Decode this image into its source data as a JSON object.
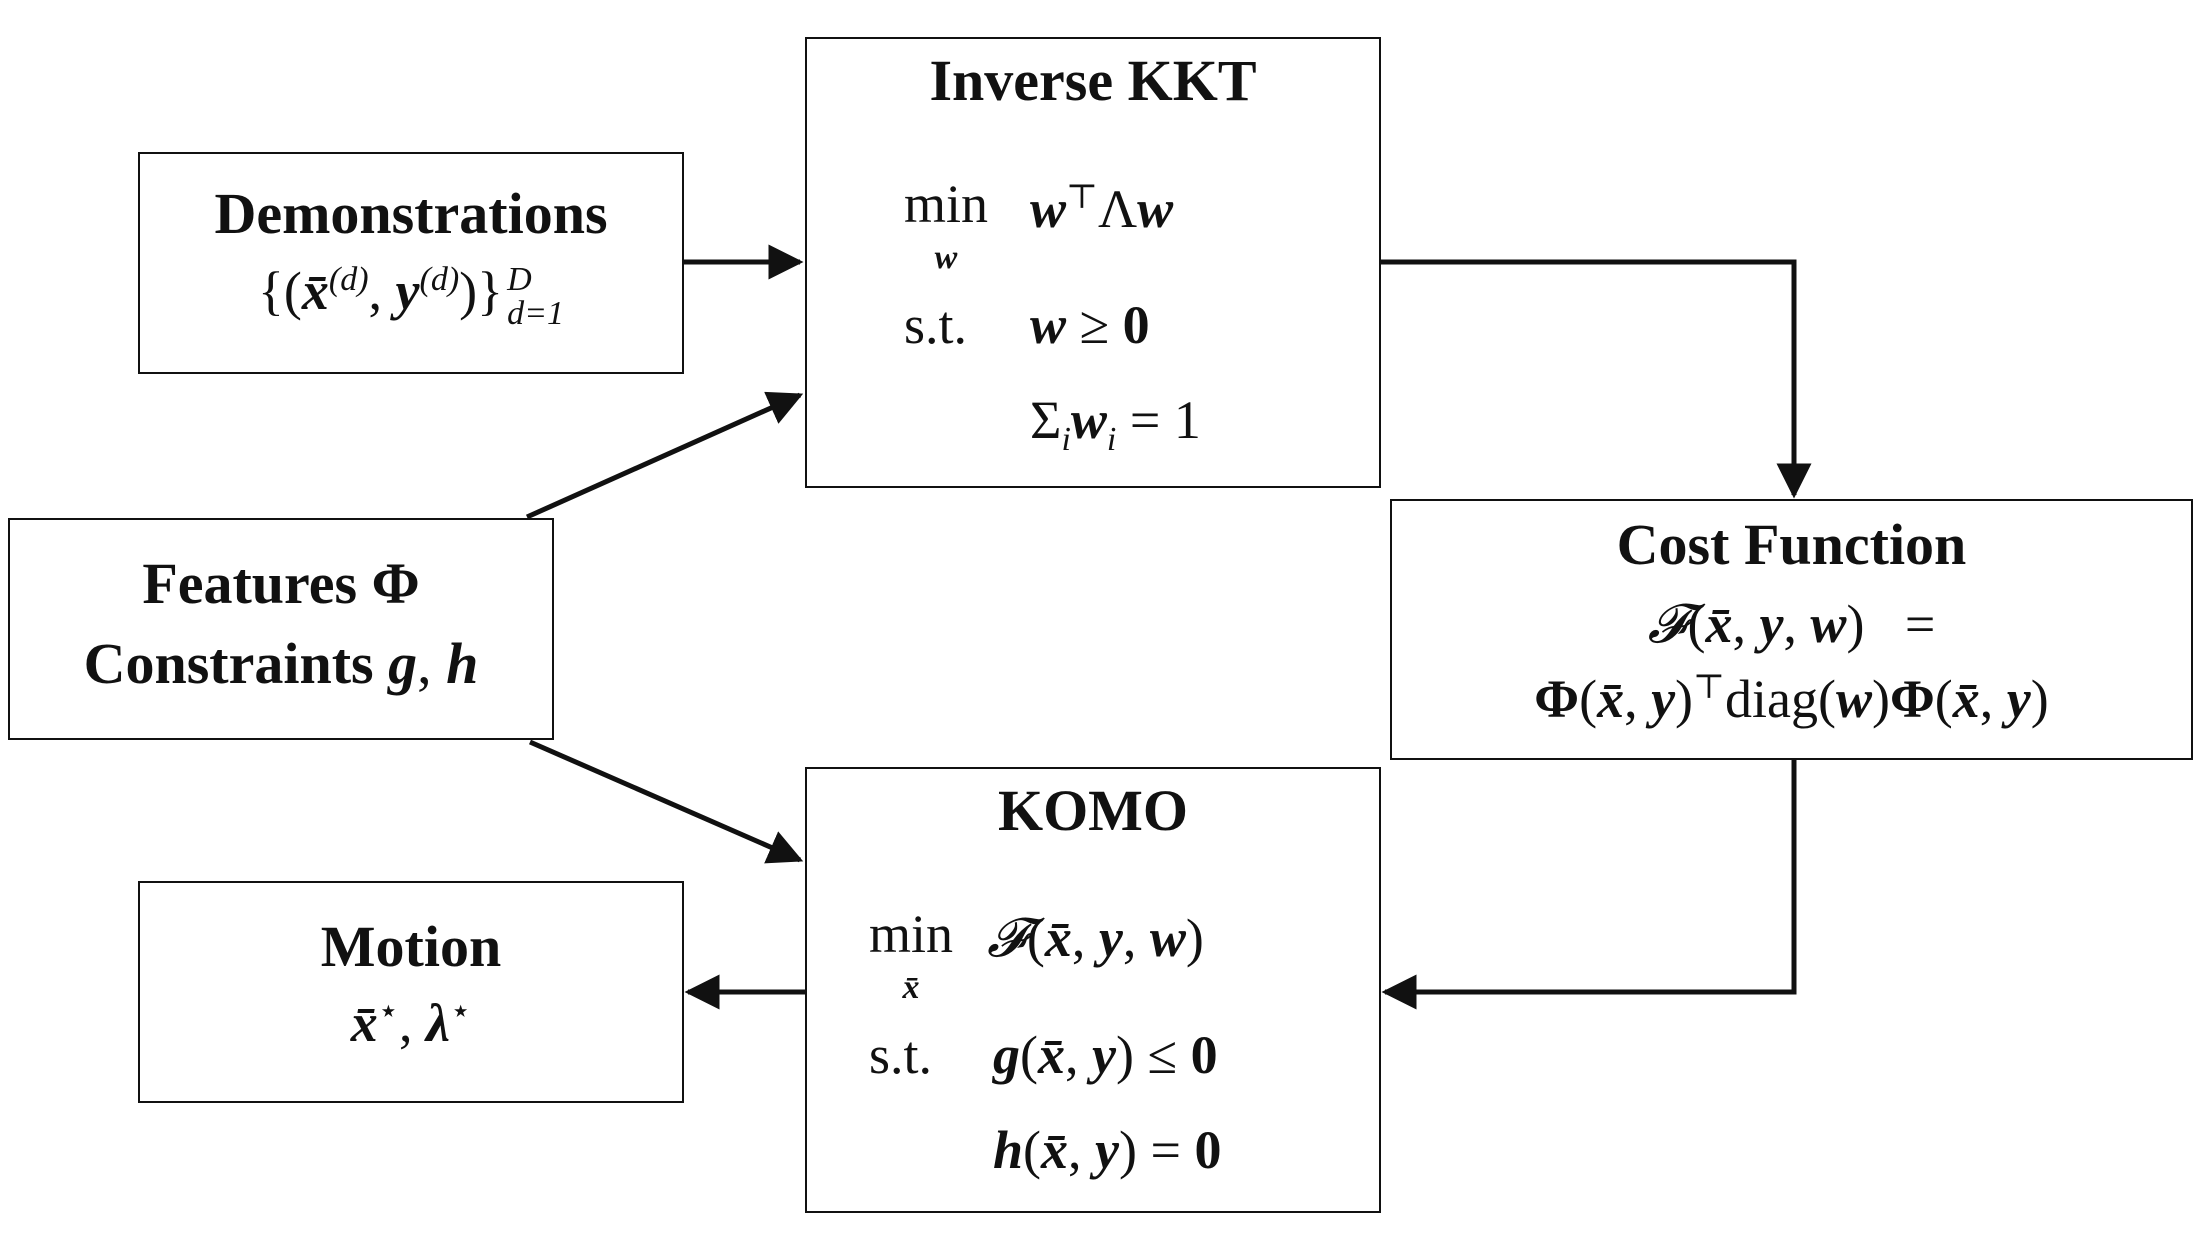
{
  "nodes": {
    "demonstrations": {
      "title": "Demonstrations",
      "formula": {
        "open": "{(",
        "xbar": "x̄",
        "sup_d1": "(d)",
        "comma": ", ",
        "y": "y",
        "sup_d2": "(d)",
        "close": ")}",
        "sub": "d=1",
        "sup": "D"
      }
    },
    "inverse_kkt": {
      "title": "Inverse KKT",
      "min_label": "min",
      "min_sub": "w",
      "objective_w1": "w",
      "objective_T": "⊤",
      "objective_Lambda": "Λ",
      "objective_w2": "w",
      "st_label": "s.t.",
      "c1_w": "w",
      "c1_rest": " ≥ ",
      "c1_zero": "0",
      "c2_sigma": "Σ",
      "c2_i1": "i",
      "c2_w": "w",
      "c2_i2": "i",
      "c2_rest": " = 1"
    },
    "features": {
      "line1_text": "Features ",
      "line1_sym": "Φ",
      "line2_text": "Constraints ",
      "line2_g": "g",
      "line2_comma": ", ",
      "line2_h": "h"
    },
    "cost_function": {
      "title": "Cost Function",
      "line1_F": "𝓕",
      "line1_open": "(",
      "line1_x": "x̄",
      "line1_c1": ", ",
      "line1_y": "y",
      "line1_c2": ", ",
      "line1_w": "w",
      "line1_close": ")   =",
      "line2_Phi1": "Φ",
      "line2_open1": "(",
      "line2_x1": "x̄",
      "line2_c1": ", ",
      "line2_y1": "y",
      "line2_close1": ")",
      "line2_T": "⊤",
      "line2_diag": "diag(",
      "line2_w": "w",
      "line2_close2": ")",
      "line2_Phi2": "Φ",
      "line2_open3": "(",
      "line2_x2": "x̄",
      "line2_c3": ", ",
      "line2_y2": "y",
      "line2_close3": ")"
    },
    "komo": {
      "title": "KOMO",
      "min_label": "min",
      "min_sub": "x̄",
      "obj_F": "𝓕",
      "obj_open": "(",
      "obj_x": "x̄",
      "obj_c1": ", ",
      "obj_y": "y",
      "obj_c2": ", ",
      "obj_w": "w",
      "obj_close": ")",
      "st_label": "s.t.",
      "c1_g": "g",
      "c1_open": "(",
      "c1_x": "x̄",
      "c1_c": ", ",
      "c1_y": "y",
      "c1_close": ") ≤ ",
      "c1_zero": "0",
      "c2_h": "h",
      "c2_open": "(",
      "c2_x": "x̄",
      "c2_c": ", ",
      "c2_y": "y",
      "c2_close": ") = ",
      "c2_zero": "0"
    },
    "motion": {
      "title": "Motion",
      "x": "x̄",
      "x_sup": "⋆",
      "comma": ", ",
      "lambda": "λ",
      "lambda_sup": "⋆"
    }
  },
  "edges": [
    {
      "from": "demonstrations",
      "to": "inverse_kkt"
    },
    {
      "from": "features",
      "to": "inverse_kkt"
    },
    {
      "from": "features",
      "to": "komo"
    },
    {
      "from": "inverse_kkt",
      "to": "cost_function"
    },
    {
      "from": "cost_function",
      "to": "komo"
    },
    {
      "from": "komo",
      "to": "motion"
    }
  ]
}
